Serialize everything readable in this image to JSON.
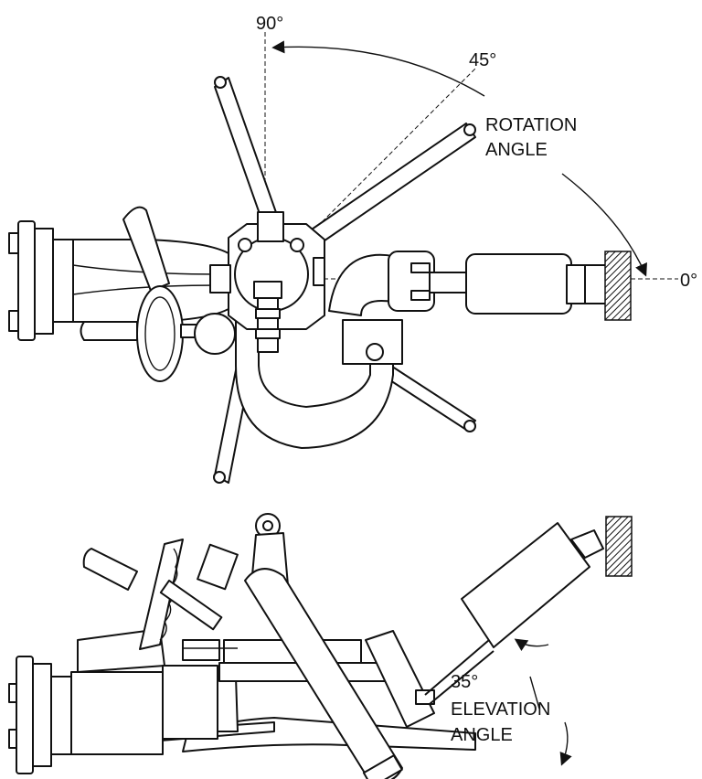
{
  "top_view": {
    "angle_90": "90°",
    "angle_45": "45°",
    "angle_0": "0°",
    "rotation_line1": "ROTATION",
    "rotation_line2": "ANGLE"
  },
  "side_view": {
    "angle_35": "35°",
    "elevation_line1": "ELEVATION",
    "elevation_line2": "ANGLE"
  }
}
